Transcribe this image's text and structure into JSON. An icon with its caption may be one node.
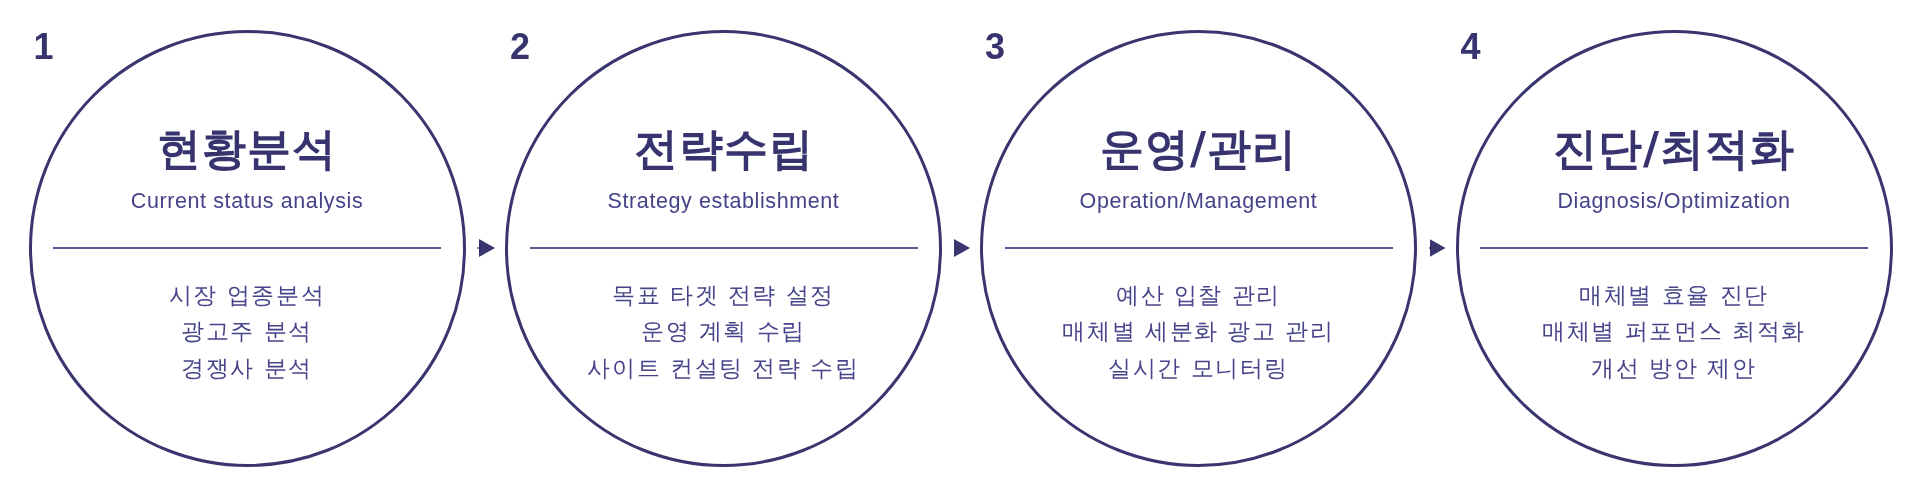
{
  "diagram": {
    "nodes": [
      {
        "text": [
          "현황분석",
          "Current status analysis",
          "시장 업종분석",
          "광고주 분석",
          "경쟁사 분석"
        ],
        "beside": [
          "1"
        ]
      },
      {
        "text": [
          "전략수립",
          "Strategy establishment",
          "목표 타겟 전략 설정",
          "운영 계획 수립",
          "사이트 컨설팅 전략 수립"
        ],
        "beside": [
          "2"
        ]
      },
      {
        "text": [
          "운영/관리",
          "Operation/Management",
          "예산 입찰 관리",
          "매체별 세분화 광고 관리",
          "실시간 모니터링"
        ],
        "beside": [
          "3"
        ]
      },
      {
        "text": [
          "진단/최적화",
          "Diagnosis/Optimization",
          "매체별 효율 진단",
          "매체별 퍼포먼스 최적화",
          "개선 방안 제안"
        ],
        "beside": [
          "4"
        ]
      }
    ],
    "edges": [
      {
        "from": 0,
        "to": 1,
        "arrow": "to"
      },
      {
        "from": 1,
        "to": 2,
        "arrow": "to"
      },
      {
        "from": 2,
        "to": 3,
        "arrow": "to"
      }
    ]
  }
}
